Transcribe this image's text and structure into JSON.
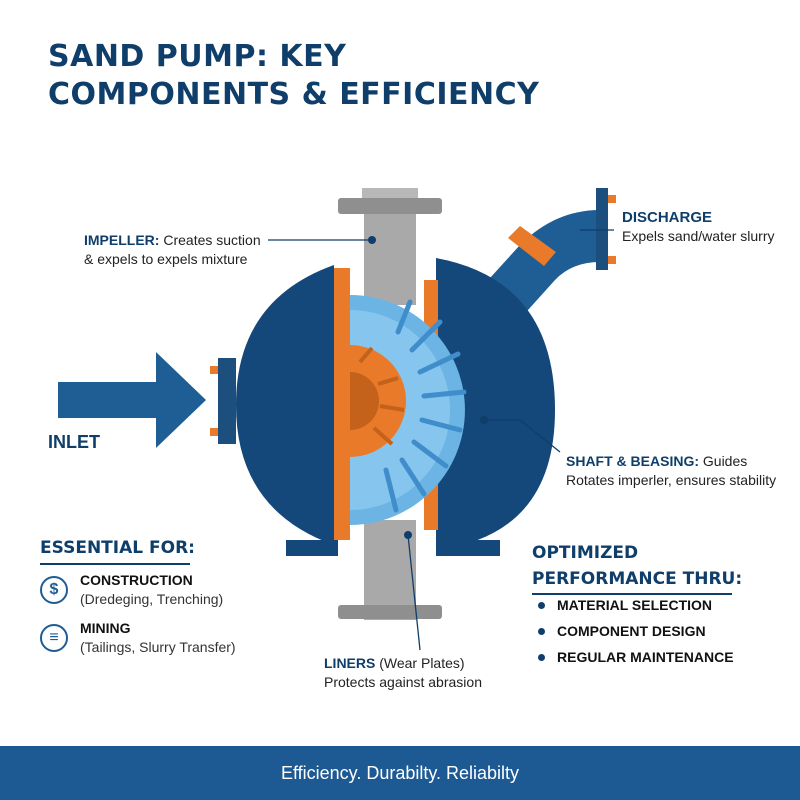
{
  "title": {
    "line1": "SAND PUMP: KEY",
    "line2": "COMPONENTS & EFFICIENCY"
  },
  "labels": {
    "impeller": {
      "head": "IMPELLER:",
      "text1": " Creates suction",
      "text2": "& expels to expels mixture"
    },
    "discharge": {
      "head": "DISCHARGE",
      "text": "Expels sand/water slurry"
    },
    "inlet": "INLET",
    "shaft": {
      "head": "SHAFT & BEASING:",
      "text1": " Guides",
      "text2": "Rotates imperler, ensures stability"
    },
    "liners": {
      "head": "LINERS",
      "head2": " (Wear Plates)",
      "text": "Protects against abrasion"
    }
  },
  "essential": {
    "title": "ESSENTIAL FOR:",
    "items": [
      {
        "icon": "dollar-icon",
        "glyph": "$",
        "name": "CONSTRUCTION",
        "detail": "(Dredeging, Trenching)"
      },
      {
        "icon": "mining-icon",
        "glyph": "≡",
        "name": "MINING",
        "detail": "(Tailings, Slurry Transfer)"
      }
    ]
  },
  "optimized": {
    "title1": "OPTIMIZED",
    "title2": "PERFORMANCE THRU:",
    "items": [
      "MATERIAL SELECTION",
      "COMPONENT DESIGN",
      "REGULAR MAINTENANCE"
    ]
  },
  "footer": "Efficiency. Durabilty. Reliabilty",
  "colors": {
    "navy": "#0f3e6a",
    "blue": "#1f5d95",
    "orange": "#e97a2a",
    "light_blue": "#6cb4e4",
    "gray": "#a9a9a9"
  }
}
